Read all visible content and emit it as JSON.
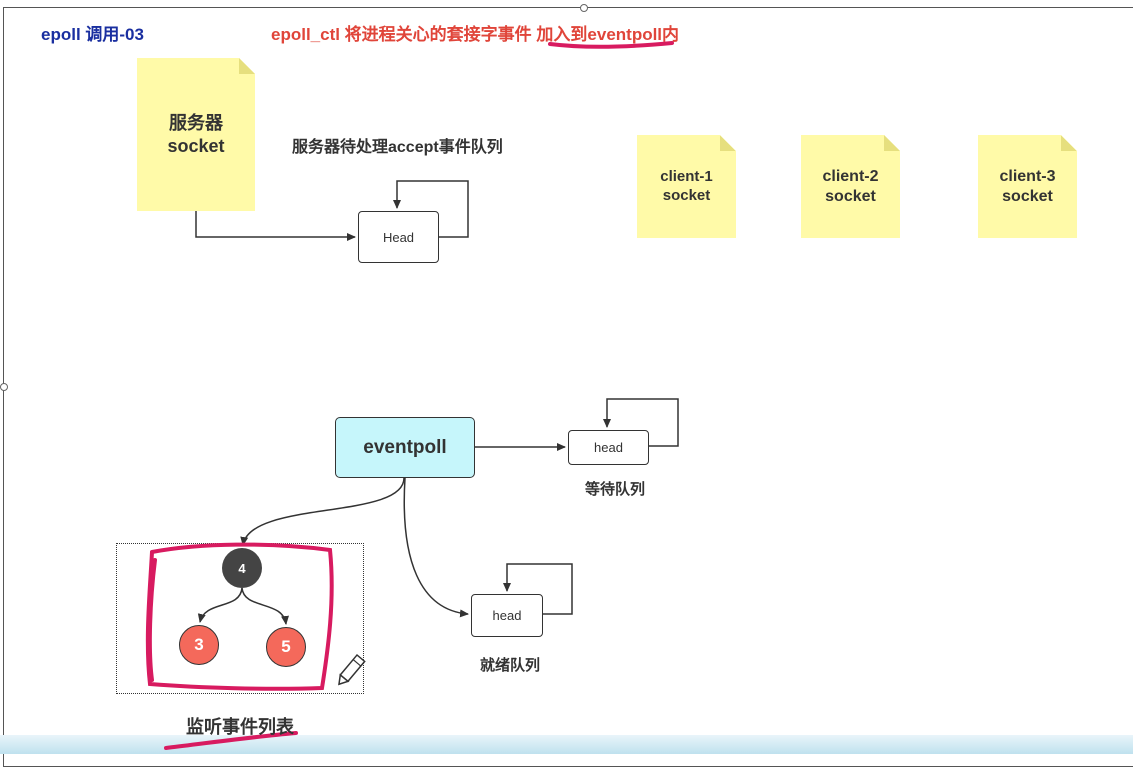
{
  "title": "epoll 调用-03",
  "subtitle": "epoll_ctl 将进程关心的套接字事件 加入到eventpoll内",
  "server_socket": {
    "line1": "服务器",
    "line2": "socket"
  },
  "accept_queue": {
    "label": "服务器待处理accept事件队列",
    "head": "Head"
  },
  "clients": [
    {
      "line1": "client-1",
      "line2": "socket"
    },
    {
      "line1": "client-2",
      "line2": "socket"
    },
    {
      "line1": "client-3",
      "line2": "socket"
    }
  ],
  "eventpoll": {
    "label": "eventpoll"
  },
  "wait_queue": {
    "head": "head",
    "label": "等待队列"
  },
  "ready_queue": {
    "head": "head",
    "label": "就绪队列"
  },
  "tree": {
    "root": "4",
    "left": "3",
    "right": "5",
    "label": "监听事件列表"
  },
  "colors": {
    "note_yellow": "#fffaa8",
    "eventpoll_fill": "#c6f6fb",
    "root_node": "#444444",
    "child_node": "#f4695b",
    "highlight_pink": "#d81b60",
    "title_blue": "#1a2fa0",
    "subtitle_red": "#e0453a"
  },
  "icons": {
    "cursor": "pencil-cursor-icon"
  }
}
